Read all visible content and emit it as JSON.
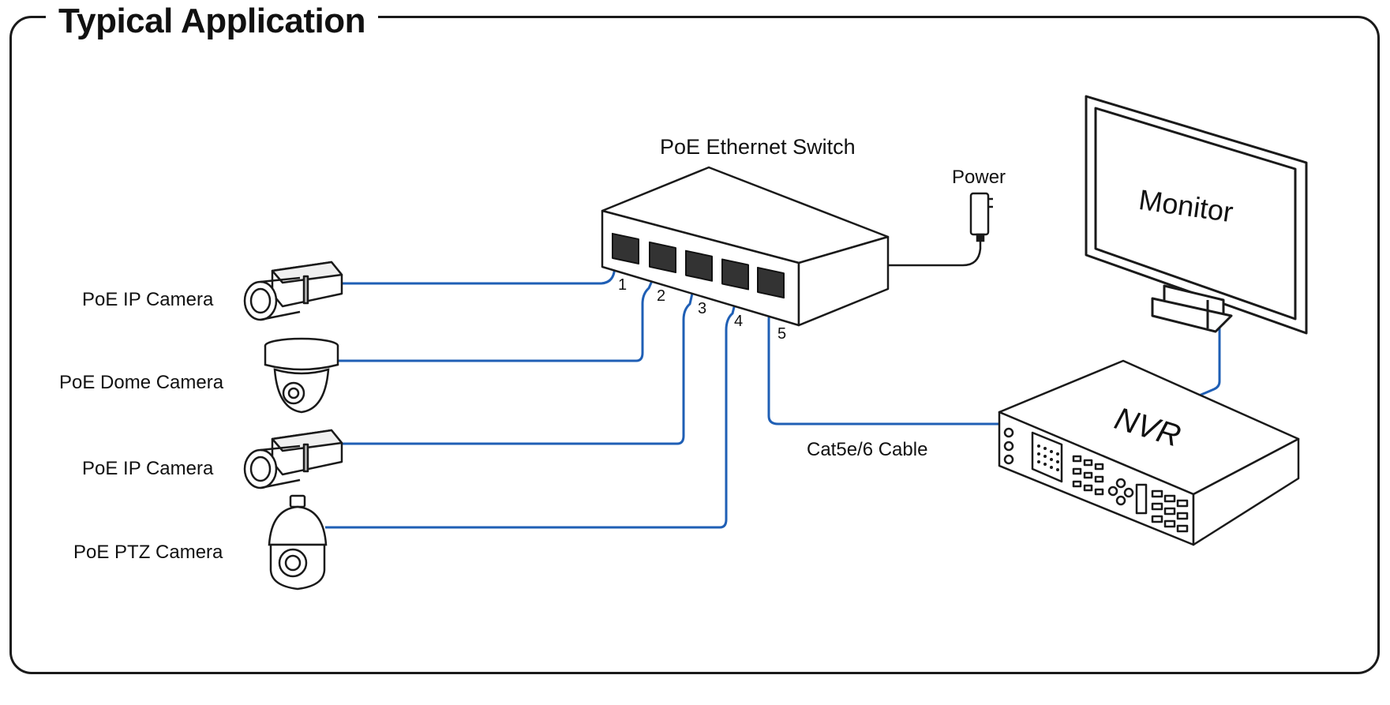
{
  "title": "Typical Application",
  "switch": {
    "label": "PoE Ethernet Switch",
    "ports": [
      "1",
      "2",
      "3",
      "4",
      "5"
    ]
  },
  "power_label": "Power",
  "monitor_label": "Monitor",
  "nvr_label": "NVR",
  "cable_label": "Cat5e/6 Cable",
  "cameras": [
    {
      "label": "PoE IP Camera"
    },
    {
      "label": "PoE Dome Camera"
    },
    {
      "label": "PoE IP Camera"
    },
    {
      "label": "PoE PTZ Camera"
    }
  ],
  "colors": {
    "cable": "#1f5fb5",
    "line": "#1a1a1a"
  }
}
